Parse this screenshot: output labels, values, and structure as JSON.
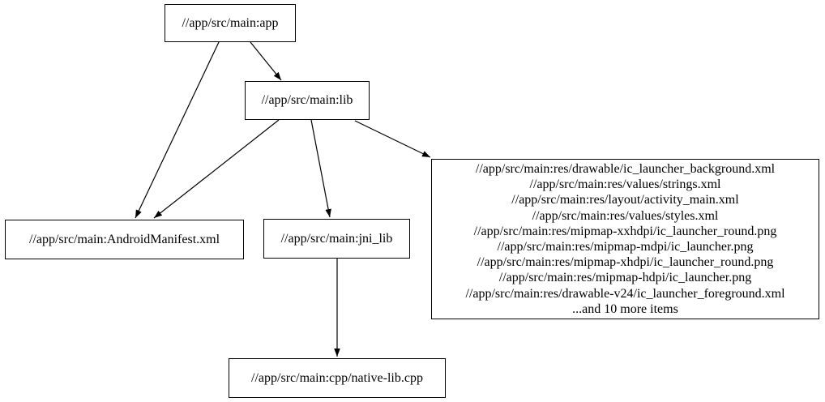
{
  "diagram": {
    "type": "dependency-graph",
    "background_color": "#ffffff",
    "node_fill_color": "#ffffff",
    "node_border_color": "#000000",
    "edge_color": "#000000"
  },
  "nodes": {
    "app": {
      "label": "//app/src/main:app"
    },
    "lib": {
      "label": "//app/src/main:lib"
    },
    "manifest": {
      "label": "//app/src/main:AndroidManifest.xml"
    },
    "jni_lib": {
      "label": "//app/src/main:jni_lib"
    },
    "resources": {
      "lines": [
        "//app/src/main:res/drawable/ic_launcher_background.xml",
        "//app/src/main:res/values/strings.xml",
        "//app/src/main:res/layout/activity_main.xml",
        "//app/src/main:res/values/styles.xml",
        "//app/src/main:res/mipmap-xxhdpi/ic_launcher_round.png",
        "//app/src/main:res/mipmap-mdpi/ic_launcher.png",
        "//app/src/main:res/mipmap-xhdpi/ic_launcher_round.png",
        "//app/src/main:res/mipmap-hdpi/ic_launcher.png",
        "//app/src/main:res/drawable-v24/ic_launcher_foreground.xml",
        "...and 10 more items"
      ]
    },
    "native_lib": {
      "label": "//app/src/main:cpp/native-lib.cpp"
    }
  },
  "edges": [
    {
      "from": "app",
      "to": "lib"
    },
    {
      "from": "app",
      "to": "manifest"
    },
    {
      "from": "lib",
      "to": "manifest"
    },
    {
      "from": "lib",
      "to": "jni_lib"
    },
    {
      "from": "lib",
      "to": "resources"
    },
    {
      "from": "jni_lib",
      "to": "native_lib"
    }
  ]
}
